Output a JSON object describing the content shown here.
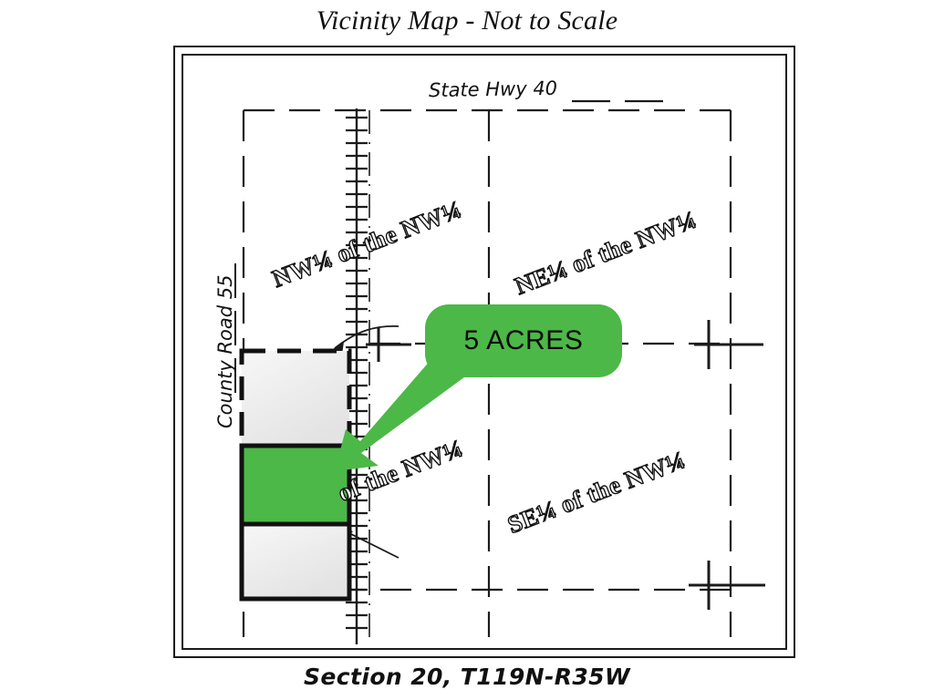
{
  "header": {
    "title": "Vicinity Map - Not to Scale"
  },
  "footer": {
    "caption": "Section 20, T119N-R35W"
  },
  "map": {
    "roads": [
      {
        "name": "state-highway",
        "label": "State  Hwy  40",
        "orientation": "horizontal"
      },
      {
        "name": "county-road",
        "label": "County  Road  55",
        "orientation": "vertical"
      }
    ],
    "quarter_labels": [
      {
        "name": "nw-quarter-of-nw",
        "prefix": "NW",
        "fraction": "¼",
        "middle": " of the NW",
        "suffix": "¼",
        "full": "NW¼ of the NW¼"
      },
      {
        "name": "ne-quarter-of-nw",
        "prefix": "NE",
        "fraction": "¼",
        "middle": " of the NW",
        "suffix": "¼",
        "full": "NE¼ of the NW¼"
      },
      {
        "name": "sw-quarter-of-nw",
        "prefix": "",
        "fraction": "",
        "middle": "of the NW",
        "suffix": "¼",
        "full": "of the NW¼"
      },
      {
        "name": "se-quarter-of-nw",
        "prefix": "SE",
        "fraction": "¼",
        "middle": " of the NW",
        "suffix": "¼",
        "full": "SE¼ of the NW¼"
      }
    ],
    "callout": {
      "label": "5 ACRES",
      "color": "#4cb847"
    },
    "parcels": [
      {
        "name": "parcel-north",
        "fill": "#efefef",
        "border": "dashed",
        "highlighted": false
      },
      {
        "name": "parcel-subject",
        "fill": "#4cb847",
        "border": "solid",
        "highlighted": true
      },
      {
        "name": "parcel-south",
        "fill": "#efefef",
        "border": "solid",
        "highlighted": false
      }
    ],
    "colors": {
      "accent": "#4cb847",
      "line": "#1b1b1b",
      "parcel_fill": "#efefef"
    }
  }
}
